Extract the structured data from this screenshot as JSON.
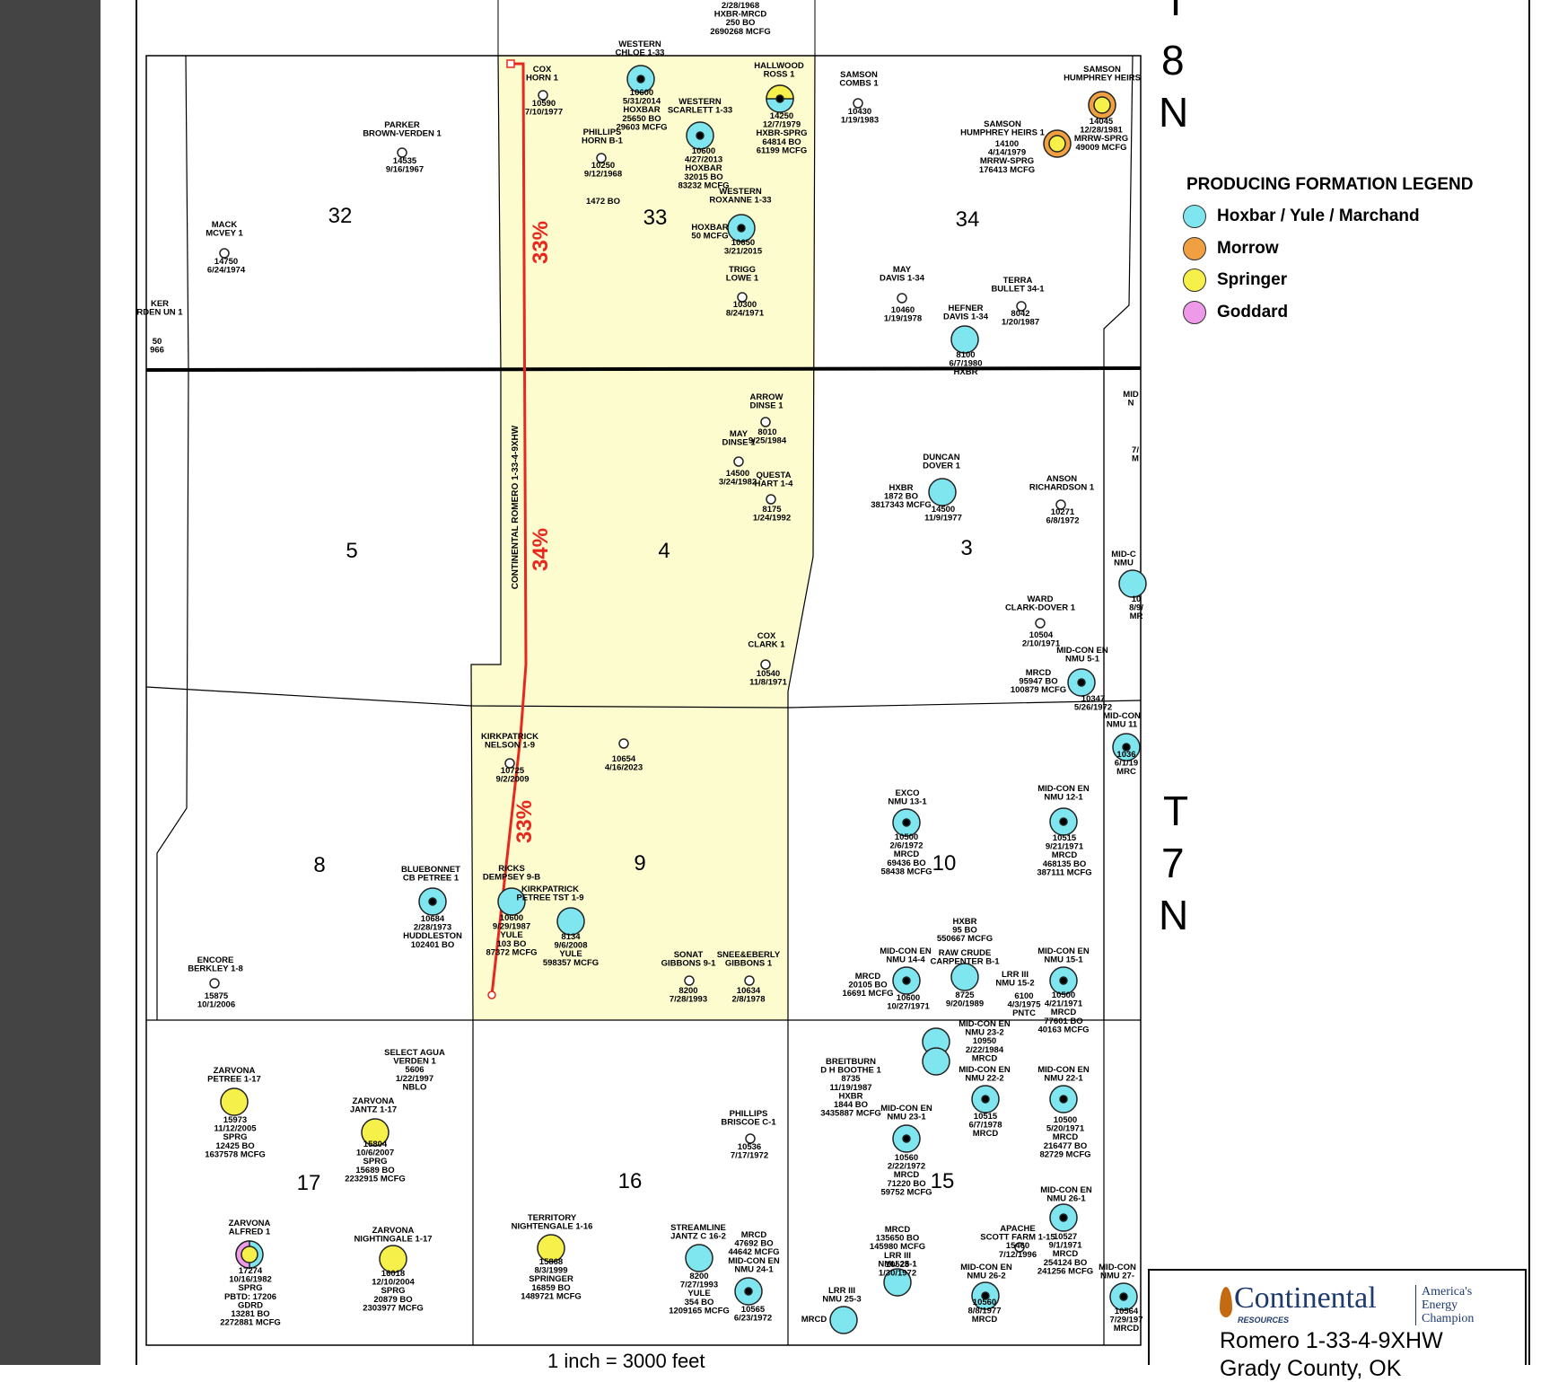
{
  "township_labels": [
    {
      "text": "T"
    },
    {
      "text": "8"
    },
    {
      "text": "N"
    },
    {
      "text": "T"
    },
    {
      "text": "7"
    },
    {
      "text": "N"
    }
  ],
  "legend": {
    "title": "PRODUCING FORMATION LEGEND",
    "items": [
      {
        "label": "Hoxbar / Yule / Marchand",
        "color": "#7fe6f0"
      },
      {
        "label": "Morrow",
        "color": "#f0a040"
      },
      {
        "label": "Springer",
        "color": "#f5f04a"
      },
      {
        "label": "Goddard",
        "color": "#ef9ae8"
      }
    ]
  },
  "sections": [
    "32",
    "33",
    "34",
    "5",
    "4",
    "3",
    "8",
    "9",
    "10",
    "17",
    "16",
    "15"
  ],
  "lateral": {
    "name": "CONTINENTAL ROMERO 1-33-4-9XHW",
    "pct_top": "33%",
    "pct_mid": "34%",
    "pct_bot": "33%"
  },
  "brand": {
    "company": "Continental",
    "sub": "RESOURCES",
    "tagline": "America's Energy Champion",
    "well": "Romero 1-33-4-9XHW",
    "location_partial": "Grady County, OK"
  },
  "scale_text": "1 inch = 3000 feet",
  "wells": [
    {
      "label": "2/28/1968\nHXBR-MRCD\n250 BO\n2690268 MCFG"
    },
    {
      "label": "WESTERN\nCHLOE 1-33"
    },
    {
      "label": "10600\n5/31/2014\nHOXBAR\n25650 BO\n29603 MCFG"
    },
    {
      "label": "COX\nHORN 1"
    },
    {
      "label": "10590\n7/10/1977"
    },
    {
      "label": "HALLWOOD\nROSS 1"
    },
    {
      "label": "14250\n12/7/1979\nHXBR-SPRG\n64814 BO\n61199 MCFG"
    },
    {
      "label": "WESTERN\nSCARLETT 1-33"
    },
    {
      "label": "10600\n4/27/2013\nHOXBAR\n32015 BO\n83232 MCFG"
    },
    {
      "label": "PHILLIPS\nHORN B-1"
    },
    {
      "label": "10250\n9/12/1968"
    },
    {
      "label": "1472 BO"
    },
    {
      "label": "SAMSON\nCOMBS 1"
    },
    {
      "label": "10430\n1/19/1983"
    },
    {
      "label": "SAMSON\nHUMPHREY HEIRS"
    },
    {
      "label": "14045\n12/28/1981\nMRRW-SPRG\n49009 MCFG"
    },
    {
      "label": "SAMSON\nHUMPHREY HEIRS 1"
    },
    {
      "label": "14100\n4/14/1979\nMRRW-SPRG\n176413 MCFG"
    },
    {
      "label": "PARKER\nBROWN-VERDEN 1"
    },
    {
      "label": "14535\n9/16/1967"
    },
    {
      "label": "MACK\nMCVEY 1"
    },
    {
      "label": "14750\n6/24/1974"
    },
    {
      "label": "KER\nRDEN UN 1"
    },
    {
      "label": "50\n966"
    },
    {
      "label": "WESTERN\nROXANNE 1-33"
    },
    {
      "label": "HOXBAR\n50 MCFG"
    },
    {
      "label": "10650\n3/21/2015"
    },
    {
      "label": "TRIGG\nLOWE 1"
    },
    {
      "label": "10300\n8/24/1971"
    },
    {
      "label": "MAY\nDAVIS 1-34"
    },
    {
      "label": "10460\n1/19/1978"
    },
    {
      "label": "HEFNER\nDAVIS 1-34"
    },
    {
      "label": "8100\n6/7/1980\nHXBR"
    },
    {
      "label": "TERRA\nBULLET 34-1"
    },
    {
      "label": "8042\n1/20/1987"
    },
    {
      "label": "ARROW\nDINSE 1"
    },
    {
      "label": "8010\n9/25/1984"
    },
    {
      "label": "MAY\nDINSE 1"
    },
    {
      "label": "14500\n3/24/1982"
    },
    {
      "label": "QUESTA\nHART 1-4"
    },
    {
      "label": "8175\n1/24/1992"
    },
    {
      "label": "DUNCAN\nDOVER 1"
    },
    {
      "label": "HXBR\n1872 BO\n3817343 MCFG"
    },
    {
      "label": "14500\n11/9/1977"
    },
    {
      "label": "ANSON\nRICHARDSON 1"
    },
    {
      "label": "10271\n6/8/1972"
    },
    {
      "label": "WARD\nCLARK-DOVER 1"
    },
    {
      "label": "10504\n2/10/1971"
    },
    {
      "label": "MID-CON EN\nNMU 5-1"
    },
    {
      "label": "MRCD\n95947 BO\n100879 MCFG"
    },
    {
      "label": "10347\n5/26/1972"
    },
    {
      "label": "COX\nCLARK 1"
    },
    {
      "label": "10540\n11/8/1971"
    },
    {
      "label": "KIRKPATRICK\nNELSON 1-9"
    },
    {
      "label": "10725\n9/2/2009"
    },
    {
      "label": "10654\n4/16/2023"
    },
    {
      "label": "EXCO\nNMU 13-1"
    },
    {
      "label": "10500\n2/6/1972\nMRCD\n69436 BO\n58438 MCFG"
    },
    {
      "label": "MID-CON EN\nNMU 12-1"
    },
    {
      "label": "10515\n9/21/1971\nMRCD\n468135 BO\n387111 MCFG"
    },
    {
      "label": "BLUEBONNET\nCB PETREE 1"
    },
    {
      "label": "10684\n2/28/1973\nHUDDLESTON\n102401 BO"
    },
    {
      "label": "RICKS\nDEMPSEY 9-B"
    },
    {
      "label": "10600\n9/29/1987\nYULE\n103 BO\n87372 MCFG"
    },
    {
      "label": "KIRKPATRICK\nPETREE TST 1-9"
    },
    {
      "label": "8134\n9/6/2008\nYULE\n598357 MCFG"
    },
    {
      "label": "ENCORE\nBERKLEY 1-8"
    },
    {
      "label": "15875\n10/1/2006"
    },
    {
      "label": "SONAT\nGIBBONS 9-1"
    },
    {
      "label": "8200\n7/28/1993"
    },
    {
      "label": "SNEE&EBERLY\nGIBBONS 1"
    },
    {
      "label": "10634\n2/8/1978"
    },
    {
      "label": "HXBR\n95 BO\n550667 MCFG"
    },
    {
      "label": "RAW CRUDE\nCARPENTER B-1"
    },
    {
      "label": "8725\n9/20/1989"
    },
    {
      "label": "MID-CON EN\nNMU 14-4"
    },
    {
      "label": "MRCD\n20105 BO\n16691 MCFG"
    },
    {
      "label": "10600\n10/27/1971"
    },
    {
      "label": "LRR III\nNMU 15-2"
    },
    {
      "label": "6100\n4/3/1975\nPNTC"
    },
    {
      "label": "MID-CON EN\nNMU 15-1"
    },
    {
      "label": "10500\n4/21/1971\nMRCD\n77601 BO\n40163 MCFG"
    },
    {
      "label": "ZARVONA\nPETREE 1-17"
    },
    {
      "label": "15973\n11/12/2005\nSPRG\n12425 BO\n1637578 MCFG"
    },
    {
      "label": "SELECT AGUA\nVERDEN 1\n5606\n1/22/1997\nNBLO"
    },
    {
      "label": "ZARVONA\nJANTZ 1-17"
    },
    {
      "label": "15804\n10/6/2007\nSPRG\n15689 BO\n2232915 MCFG"
    },
    {
      "label": "PHILLIPS\nBRISCOE C-1"
    },
    {
      "label": "10536\n7/17/1972"
    },
    {
      "label": "BREITBURN\nD H BOOTHE 1\n8735\n11/19/1987\nHXBR\n1844 BO\n3435887 MCFG"
    },
    {
      "label": "MID-CON EN\nNMU 23-2\n10950\n2/22/1984\nMRCD"
    },
    {
      "label": "MID-CON EN\nNMU 22-2"
    },
    {
      "label": "10515\n6/7/1978\nMRCD"
    },
    {
      "label": "MID-CON EN\nNMU 22-1"
    },
    {
      "label": "10500\n5/20/1971\nMRCD\n216477 BO\n82729 MCFG"
    },
    {
      "label": "MID-CON EN\nNMU 23-1"
    },
    {
      "label": "10560\n2/22/1972\nMRCD\n71220 BO\n59752 MCFG"
    },
    {
      "label": "ZARVONA\nALFRED 1"
    },
    {
      "label": "17274\n10/16/1982\nSPRG\nPBTD: 17206\nGDRD\n13281 BO\n2272881 MCFG"
    },
    {
      "label": "ZARVONA\nNIGHTINGALE 1-17"
    },
    {
      "label": "16018\n12/10/2004\nSPRG\n20879 BO\n2303977 MCFG"
    },
    {
      "label": "TERRITORY\nNIGHTENGALE 1-16"
    },
    {
      "label": "15868\n8/3/1999\nSPRINGER\n16859 BO\n1489721 MCFG"
    },
    {
      "label": "STREAMLINE\nJANTZ C 16-2"
    },
    {
      "label": "8200\n7/27/1993\nYULE\n354 BO\n1209165 MCFG"
    },
    {
      "label": "MRCD\n47692 BO\n44642 MCFG\nMID-CON EN\nNMU 24-1"
    },
    {
      "label": "10565\n6/23/1972"
    },
    {
      "label": "MRCD\n135650 BO\n145980 MCFG\nLRR III\nNMU 25-1"
    },
    {
      "label": "10528\n1/30/1972"
    },
    {
      "label": "LRR III\nNMU 25-3"
    },
    {
      "label": "MRCD"
    },
    {
      "label": "APACHE\nSCOTT FARM 1-15\n15460\n7/12/1996"
    },
    {
      "label": "MID-CON EN\nNMU 26-2"
    },
    {
      "label": "10560\n8/8/1977\nMRCD"
    },
    {
      "label": "MID-CON EN\nNMU 26-1"
    },
    {
      "label": "10527\n9/1/1971\nMRCD\n254124 BO\n241256 MCFG"
    },
    {
      "label": "MID-CON\nNMU 27-"
    },
    {
      "label": "10564\n7/29/197\nMRCD"
    },
    {
      "label": "MID\nN"
    },
    {
      "label": "7/\nM"
    },
    {
      "label": "MID-C\nNMU"
    },
    {
      "label": "10\n8/9/\nMR"
    },
    {
      "label": "MID-CON\nNMU 11"
    },
    {
      "label": "1036\n6/1/19\nMRC"
    }
  ]
}
